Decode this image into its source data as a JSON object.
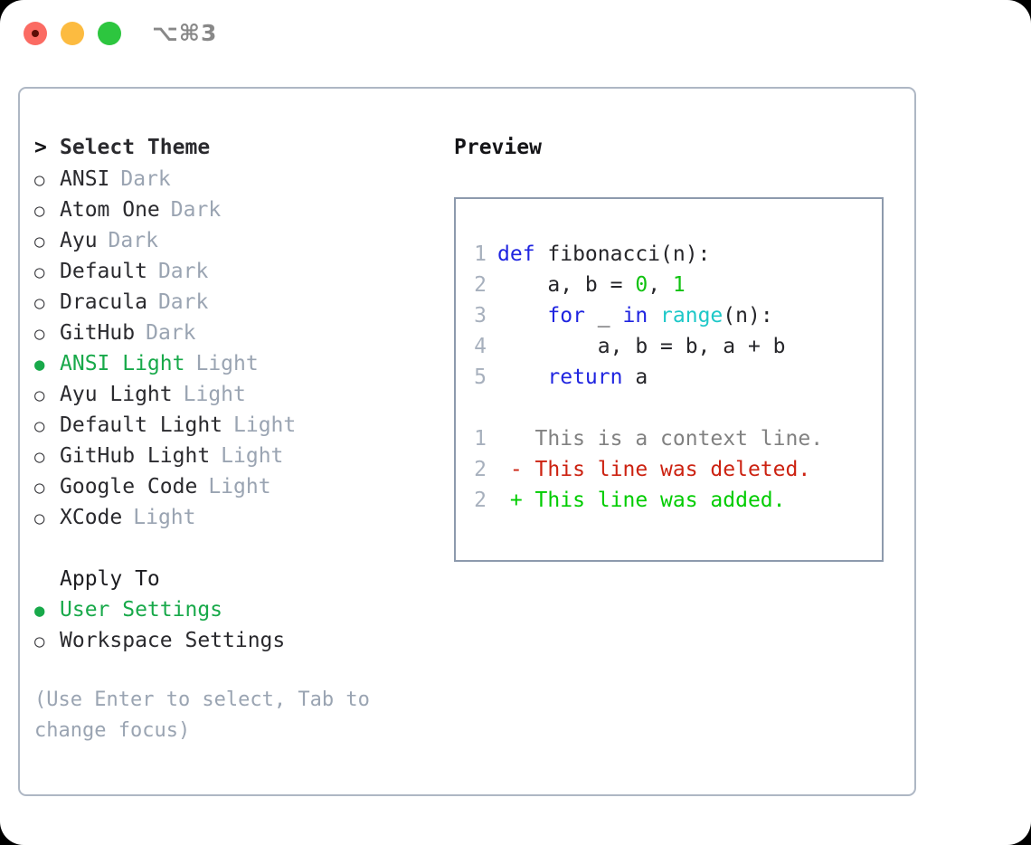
{
  "titlebar": {
    "buttons": [
      {
        "name": "close",
        "color": "#fb6b63"
      },
      {
        "name": "minimize",
        "color": "#fcbb40"
      },
      {
        "name": "maximize",
        "color": "#2dc63f"
      }
    ],
    "shortcut": "⌥⌘3"
  },
  "left": {
    "heading": {
      "marker": ">",
      "text": "Select Theme"
    },
    "themes": [
      {
        "marker": "○",
        "label": "ANSI",
        "variant": "Dark",
        "selected": false
      },
      {
        "marker": "○",
        "label": "Atom One",
        "variant": "Dark",
        "selected": false
      },
      {
        "marker": "○",
        "label": "Ayu",
        "variant": "Dark",
        "selected": false
      },
      {
        "marker": "○",
        "label": "Default",
        "variant": "Dark",
        "selected": false
      },
      {
        "marker": "○",
        "label": "Dracula",
        "variant": "Dark",
        "selected": false
      },
      {
        "marker": "○",
        "label": "GitHub",
        "variant": "Dark",
        "selected": false
      },
      {
        "marker": "●",
        "label": "ANSI Light",
        "variant": "Light",
        "selected": true
      },
      {
        "marker": "○",
        "label": "Ayu Light",
        "variant": "Light",
        "selected": false
      },
      {
        "marker": "○",
        "label": "Default Light",
        "variant": "Light",
        "selected": false
      },
      {
        "marker": "○",
        "label": "GitHub Light",
        "variant": "Light",
        "selected": false
      },
      {
        "marker": "○",
        "label": "Google Code",
        "variant": "Light",
        "selected": false
      },
      {
        "marker": "○",
        "label": "XCode",
        "variant": "Light",
        "selected": false
      }
    ],
    "apply_to": {
      "heading": "Apply To",
      "options": [
        {
          "marker": "●",
          "label": "User Settings",
          "selected": true
        },
        {
          "marker": "○",
          "label": "Workspace Settings",
          "selected": false
        }
      ]
    },
    "hint": "(Use Enter to select, Tab to change focus)"
  },
  "right": {
    "preview_title": "Preview",
    "code_lines": [
      {
        "no": "1",
        "tokens": [
          {
            "t": "def",
            "c": "kw"
          },
          {
            "t": " fibonacci(n):",
            "c": "plain"
          }
        ]
      },
      {
        "no": "2",
        "tokens": [
          {
            "t": "    a, b = ",
            "c": "plain"
          },
          {
            "t": "0",
            "c": "num"
          },
          {
            "t": ", ",
            "c": "plain"
          },
          {
            "t": "1",
            "c": "num"
          }
        ]
      },
      {
        "no": "3",
        "tokens": [
          {
            "t": "    ",
            "c": "plain"
          },
          {
            "t": "for",
            "c": "kw"
          },
          {
            "t": " _ ",
            "c": "plain"
          },
          {
            "t": "in",
            "c": "kw"
          },
          {
            "t": " ",
            "c": "plain"
          },
          {
            "t": "range",
            "c": "fn"
          },
          {
            "t": "(n):",
            "c": "plain"
          }
        ]
      },
      {
        "no": "4",
        "tokens": [
          {
            "t": "        a, b = b, a + b",
            "c": "plain"
          }
        ]
      },
      {
        "no": "5",
        "tokens": [
          {
            "t": "    ",
            "c": "plain"
          },
          {
            "t": "return",
            "c": "kw"
          },
          {
            "t": " a",
            "c": "plain"
          }
        ]
      }
    ],
    "diff_lines": [
      {
        "no": "1",
        "sign": " ",
        "text": " This is a context line.",
        "kind": "ctx"
      },
      {
        "no": "2",
        "sign": "-",
        "text": " This line was deleted.",
        "kind": "del"
      },
      {
        "no": "2",
        "sign": "+",
        "text": " This line was added.",
        "kind": "add"
      }
    ]
  },
  "colors": {
    "accent_green": "#18a94a",
    "diff_add": "#00cc00",
    "diff_del": "#cc2211",
    "muted": "#9aa4b2",
    "keyword": "#1f24e0",
    "function": "#1ec8c8",
    "number": "#11c211",
    "border": "#8d9aad"
  }
}
